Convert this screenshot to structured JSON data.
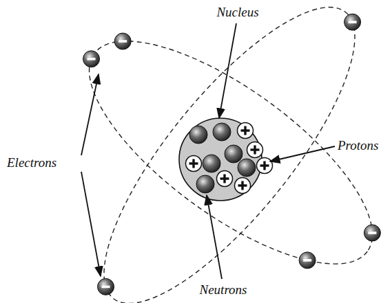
{
  "diagram": {
    "labels": [
      "Nucleus",
      "Protons",
      "Electrons",
      "Neutrons"
    ]
  }
}
